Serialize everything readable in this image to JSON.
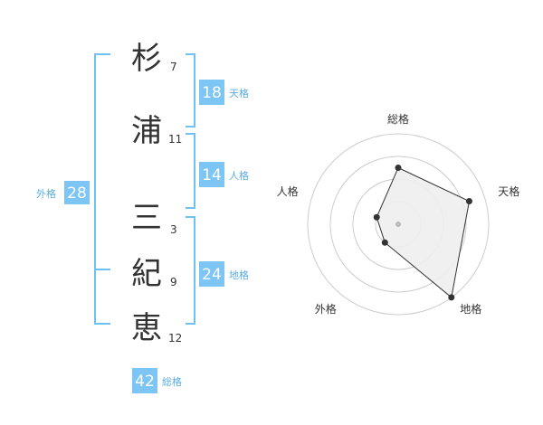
{
  "colors": {
    "accent": "#6fc1f3",
    "badge_bg": "#7cc5f5",
    "label_text": "#5aaee6",
    "radar_fill": "#eeeeee",
    "ring": "#cccccc",
    "line": "#333333"
  },
  "name_chars": [
    {
      "char": "杉",
      "strokes": "7"
    },
    {
      "char": "浦",
      "strokes": "11"
    },
    {
      "char": "三",
      "strokes": "3"
    },
    {
      "char": "紀",
      "strokes": "9"
    },
    {
      "char": "恵",
      "strokes": "12"
    }
  ],
  "kakusu": {
    "tenkaku": {
      "value": "18",
      "label": "天格"
    },
    "jinkaku": {
      "value": "14",
      "label": "人格"
    },
    "chikaku": {
      "value": "24",
      "label": "地格"
    },
    "gaikaku": {
      "value": "28",
      "label": "外格"
    },
    "soukaku": {
      "value": "42",
      "label": "総格"
    }
  },
  "chart_data": {
    "type": "radar",
    "axes": [
      "総格",
      "天格",
      "地格",
      "外格",
      "人格"
    ],
    "rings": 4,
    "max": 4,
    "values": [
      2.5,
      3.3,
      4.0,
      1.0,
      1.0
    ]
  }
}
